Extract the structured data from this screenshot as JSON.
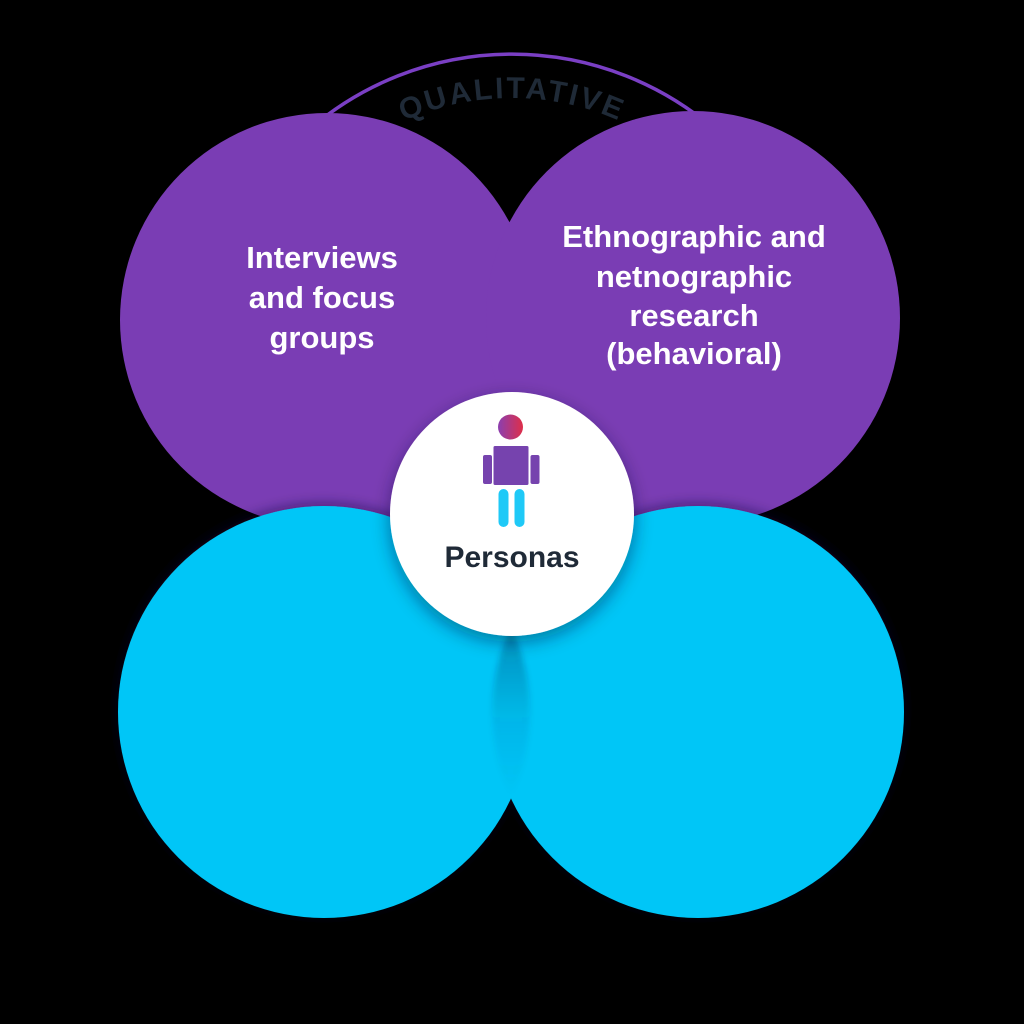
{
  "title": "Personas qualitative research diagram",
  "background_color": "#000000",
  "arc_label": {
    "text": "QUALITATIVE",
    "text_color": "#1F2A37",
    "line_color": "#7A3FC4"
  },
  "method_circles": {
    "top_left": {
      "lines": [
        "Interviews",
        "and focus",
        "groups"
      ],
      "fill": "#7A3DB4",
      "text_color": "#FFFFFF"
    },
    "top_right": {
      "lines": [
        "Ethnographic and",
        "netnographic",
        "research",
        "(behavioral)"
      ],
      "fill": "#7A3DB4",
      "text_color": "#FFFFFF"
    },
    "bottom_left": {
      "fill": "#00C6F7"
    },
    "bottom_right": {
      "fill": "#00C6F7"
    }
  },
  "center_badge": {
    "label": "Personas",
    "label_color": "#1F2A37",
    "circle_fill": "#FFFFFF",
    "person_icon": {
      "head_gradient_from": "#8B3FB0",
      "head_gradient_to": "#DE2F49",
      "body_color": "#7643AE",
      "legs_color": "#1FC9F7"
    }
  }
}
